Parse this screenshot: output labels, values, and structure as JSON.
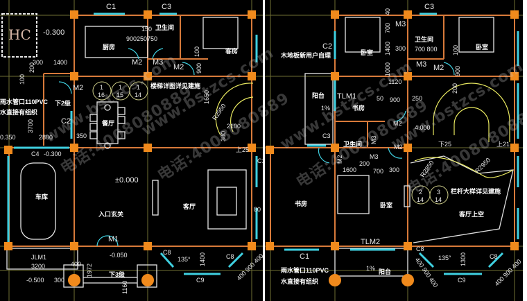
{
  "watermark": {
    "site": "www.bstzcs.com",
    "phone": "电话:4008080889"
  },
  "left_plan": {
    "hc": "HC",
    "elev_hc": "-0.300",
    "c1": "C1",
    "c3": "C3",
    "kitchen": "厨房",
    "wc": "卫生间",
    "guest_room": "客房",
    "dim_900_250_750": "900250750",
    "dim_150": "150",
    "m2_a": "M2",
    "m3": "M3",
    "m2_b": "M2",
    "dim_100": "100",
    "dim_900": "900",
    "dim_300": "300",
    "dim_1400": "1400",
    "dim_200": "200",
    "dim_100b": "100",
    "m2_c": "M2",
    "down2": "下2级",
    "dining": "餐厅",
    "sym1": [
      "1",
      "16"
    ],
    "sym2": [
      "1",
      "15"
    ],
    "sym3": [
      "1",
      "14"
    ],
    "stair_note": "楼梯详图详见建施",
    "dim_1650": "1650",
    "r2950": "R2950",
    "dim_2100": "2100",
    "dim_380": "380",
    "c2": "C2",
    "dim_3700": "3700",
    "dim_2800": "2800",
    "dim_350": "350",
    "dim_350b": "0.350",
    "rain_note1": "雨水管口110PVC",
    "rain_note2": "水直接有组织",
    "c4": "C4",
    "elev_c4": "-0.300",
    "garage": "车库",
    "elev_0": "±0.000",
    "entry": "入口玄关",
    "living": "客厅",
    "m1": "M1",
    "elev_050": "-0.050",
    "jlm1": "JLM1",
    "dim_3200": "3200",
    "dim_400": "400",
    "dim_1972": "1972",
    "down3": "下3级",
    "elev_500": "-0.500",
    "dim_300b": "300",
    "dim_1160": "1160",
    "c8a": "C8",
    "angle": "135°",
    "dim_1400b": "1400",
    "c8b": "C8",
    "c9": "C9",
    "dim_400_900_400": "400 900 400",
    "t25": "上25",
    "dim_80": "80",
    "c_edge": "C1"
  },
  "right_plan": {
    "dim_40": "40",
    "c3": "C3",
    "m3_a": "M3",
    "dim_700": "700",
    "dim_1400": "1400",
    "dim_300": "300",
    "dim_1000": "1000",
    "c2": "C2",
    "bedroom1": "卧室",
    "wc1": "卫生间",
    "dim_700_800": "700 800",
    "dim_100": "100",
    "m3_b": "M3",
    "m2_a": "M2",
    "dim_900": "900",
    "bedroom2": "卧室",
    "floor_note": "木地板新用户自理",
    "dim_1120": "1120",
    "balcony": "阳台",
    "slope": "1%",
    "tlm1": "TLM1",
    "study": "书房",
    "dim_50": "50",
    "dim_900b": "900",
    "dim_250": "250",
    "m2_b": "M2",
    "elev_4000": "4.000",
    "dim_200": "200",
    "c3b": "C3",
    "wc2": "卫生间",
    "m3_c": "M3",
    "m2_c": "M2",
    "down25": "下25",
    "up21": "上21",
    "m2_d": "M2",
    "m3_d": "M3",
    "dim_1600": "1600",
    "dim_200b": "200",
    "dim_700b": "700",
    "dim_300b": "300",
    "study2": "书房",
    "bedroom3": "卧室",
    "r2850": "R2850",
    "r2950": "R2950",
    "sym1": [
      "2",
      "14"
    ],
    "sym2": [
      "3",
      "14"
    ],
    "rail_note": "栏杆大样详见建施",
    "living_void": "客厅上空",
    "tlm2": "TLM2",
    "c1": "C1",
    "c8a": "C8",
    "angle": "135°",
    "dim_1300": "1300",
    "c8b": "C8",
    "c9": "C9",
    "slope2": "1%",
    "balcony2": "阳台",
    "rain_note1": "雨水管口110PVC",
    "rain_note2": "水直接有组织",
    "dim_400_900_400a": "400 900 400",
    "dim_400_900_400b": "400 900 400"
  },
  "colors": {
    "background": "#000000",
    "column": "#f08a1c",
    "wall": "#d87a3a",
    "window": "#3fd0e0",
    "grid": "#7d7d3a",
    "stair": "#e8e860"
  }
}
